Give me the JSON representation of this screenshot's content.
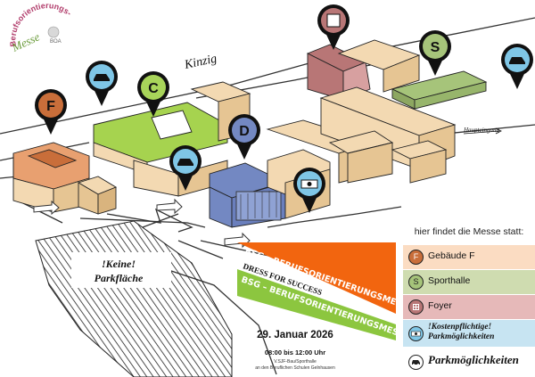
{
  "logo": {
    "arc_text": "Berufsorientierungs-",
    "messe_text": "Messe",
    "org_text": "BOA"
  },
  "map": {
    "street_name": "Kinzig",
    "main_entrance": "Haupteingang",
    "no_parking_line1": "!Keine!",
    "no_parking_line2": "Parkfläche",
    "markers": [
      {
        "name": "marker-f",
        "label": "F",
        "color": "#c96e3a"
      },
      {
        "name": "marker-c",
        "label": "C",
        "color": "#a8d45a"
      },
      {
        "name": "marker-d",
        "label": "D",
        "color": "#7388c2"
      },
      {
        "name": "marker-s",
        "label": "S",
        "color": "#a6c47a"
      },
      {
        "name": "marker-foyer",
        "icon": "building-icon",
        "color": "#b87676"
      },
      {
        "name": "marker-car-1",
        "icon": "car-icon",
        "color": "#7fc6e6"
      },
      {
        "name": "marker-car-2",
        "icon": "car-icon",
        "color": "#7fc6e6"
      },
      {
        "name": "marker-car-3",
        "icon": "car-icon",
        "color": "#7fc6e6"
      },
      {
        "name": "marker-paid-parking",
        "icon": "paid-parking-icon",
        "color": "#7fc6e6"
      }
    ]
  },
  "banner": {
    "line1": "BSG – BERUFSORIENTIERUNGSMESSE",
    "line2": "DRESS FOR SUCCESS",
    "line3": "BSG – BERUFSORIENTIERUNGSMESSE",
    "orange": "#f2650f",
    "green": "#8cc63f"
  },
  "event": {
    "date": "29. Januar 2026",
    "time": "08:00 bis 12:00 Uhr",
    "place1": "V.SJF-Bau/Sporthalle",
    "place2": "an den Beruflichen Schulen Gelnhausen"
  },
  "legend": {
    "title": "hier findet die Messe statt:",
    "items": [
      {
        "icon": "F",
        "label": "Gebäude F",
        "bg": "#fbdcc2"
      },
      {
        "icon": "S",
        "label": "Sporthalle",
        "bg": "#cfdcb0"
      },
      {
        "icon": "building-icon",
        "label": "Foyer",
        "bg": "#e6b9b9"
      },
      {
        "icon": "paid-parking-icon",
        "label1": "!Kostenpflichtige!",
        "label2": "Parkmöglichkeiten",
        "bg": "#c7e4f2"
      },
      {
        "icon": "car-icon",
        "label": "Parkmöglichkeiten",
        "bg": "#ffffff"
      }
    ]
  }
}
